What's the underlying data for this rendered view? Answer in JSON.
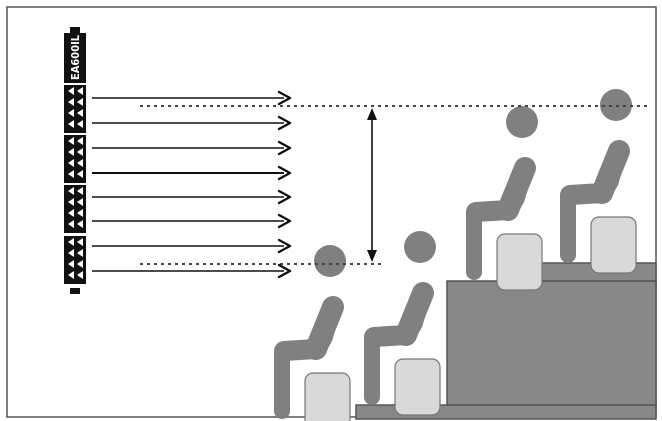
{
  "speaker": {
    "model_label": "EA600IL"
  },
  "colors": {
    "frame": "#555555",
    "speaker_body": "#111111",
    "speaker_driver": "#ffffff",
    "arrow": "#111111",
    "dotted_line": "#444444",
    "person": "#808080",
    "seat": "#d9d9d9",
    "seat_outline": "#777777",
    "platform": "#888888",
    "platform_outline": "#555555"
  },
  "diagram": {
    "arrow_count": 8,
    "audience_rows": 2,
    "people_count": 4
  }
}
